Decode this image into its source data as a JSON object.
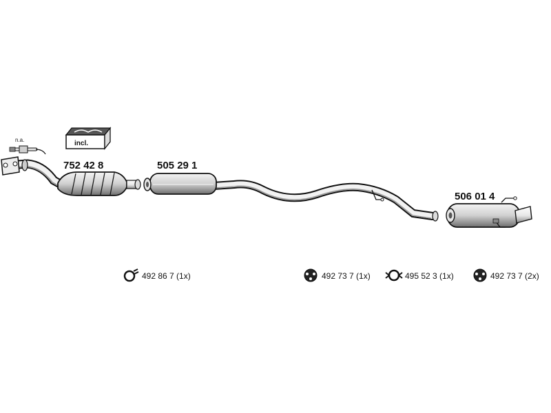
{
  "parts": {
    "catalytic_converter": "752 42 8",
    "middle_silencer": "505 29 1",
    "rear_silencer": "506 01 4"
  },
  "annotations": {
    "sensor_note": "n.a.",
    "kit_note": "incl."
  },
  "legend": [
    {
      "icon": "clamp-ring-icon",
      "text": "492 86 7 (1x)"
    },
    {
      "icon": "rubber-mount-icon",
      "text": "492 73 7 (1x)"
    },
    {
      "icon": "pipe-clamp-icon",
      "text": "495 52 3 (1x)"
    },
    {
      "icon": "rubber-mount-icon",
      "text": "492 73 7 (2x)"
    }
  ]
}
